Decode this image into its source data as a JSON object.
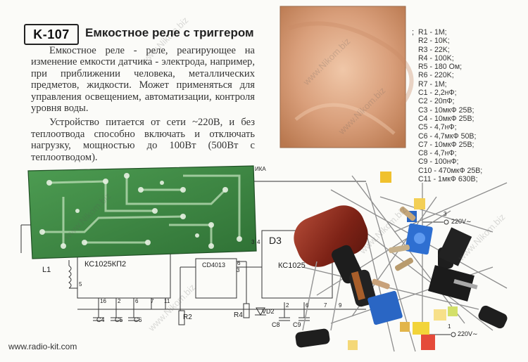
{
  "kit": {
    "code": "K-107",
    "title": "Емкостное реле с триггером"
  },
  "description": {
    "paragraph_1": "Емкостное реле - реле, реагирующее на изменение емкости датчика - электрода, например, при приближении человека, металлических предметов, жидкости. Может применяться для управления освещением, автоматизации, контроля уровня воды.",
    "paragraph_2": "Устройство питается от сети ~220В, и без теплоотвода способно включать и отключать нагрузку, мощностью до 100Вт (500Вт с теплоотводом)."
  },
  "parts_list": [
    "R1 - 1M;",
    "R2 - 10K;",
    "R3 - 22K;",
    "R4 - 100K;",
    "R5 - 180 Ом;",
    "R6 - 220K;",
    "R7 - 1M;",
    "C1 - 2,2нФ;",
    "C2 - 20пФ;",
    "C3 - 10мкФ 25В;",
    "C4 - 10мкФ 25В;",
    "C5 - 4,7нФ;",
    "C6 - 4,7мкФ 50В;",
    "C7 - 10мкФ 25В;",
    "C8 - 4,7нФ;",
    "C9 - 100нФ;",
    "C10 - 470мкФ 25В;",
    "C11 - 1мкФ 630В;"
  ],
  "schematic": {
    "chip_1": "КС1025КП2",
    "chip_2": "CD4013",
    "chip_3": "КС1025",
    "d3": "D3",
    "l1": "L1",
    "r2": "R2",
    "r4": "R4",
    "vd2": "VD2",
    "c4": "C4",
    "c5": "C5",
    "c6": "C6",
    "c8": "C8",
    "c9": "C9",
    "pin_16": "16",
    "pin_2a": "2",
    "pin_6a": "6",
    "pin_7a": "7",
    "pin_11": "11",
    "pin_5": "5",
    "pin_6b": "6",
    "pin_3": "3",
    "pin_4": "4",
    "pin_2b": "2",
    "pin_6c": "6",
    "pin_7b": "7",
    "pin_9": "9",
    "pin_3b": "3",
    "ika": "ИКА",
    "voltage_top": "220V∼",
    "voltage_bottom": "220V∼",
    "terminal_3": "3",
    "terminal_1": "1"
  },
  "watermark": "www.Nikom.biz",
  "footer_url": "www.radio-kit.com",
  "colors": {
    "pcb_green": "#3f8a45",
    "copper": "#d8a07a",
    "capacitor_brown": "#8a2a1e",
    "trimmer_blue": "#2a66c4"
  }
}
